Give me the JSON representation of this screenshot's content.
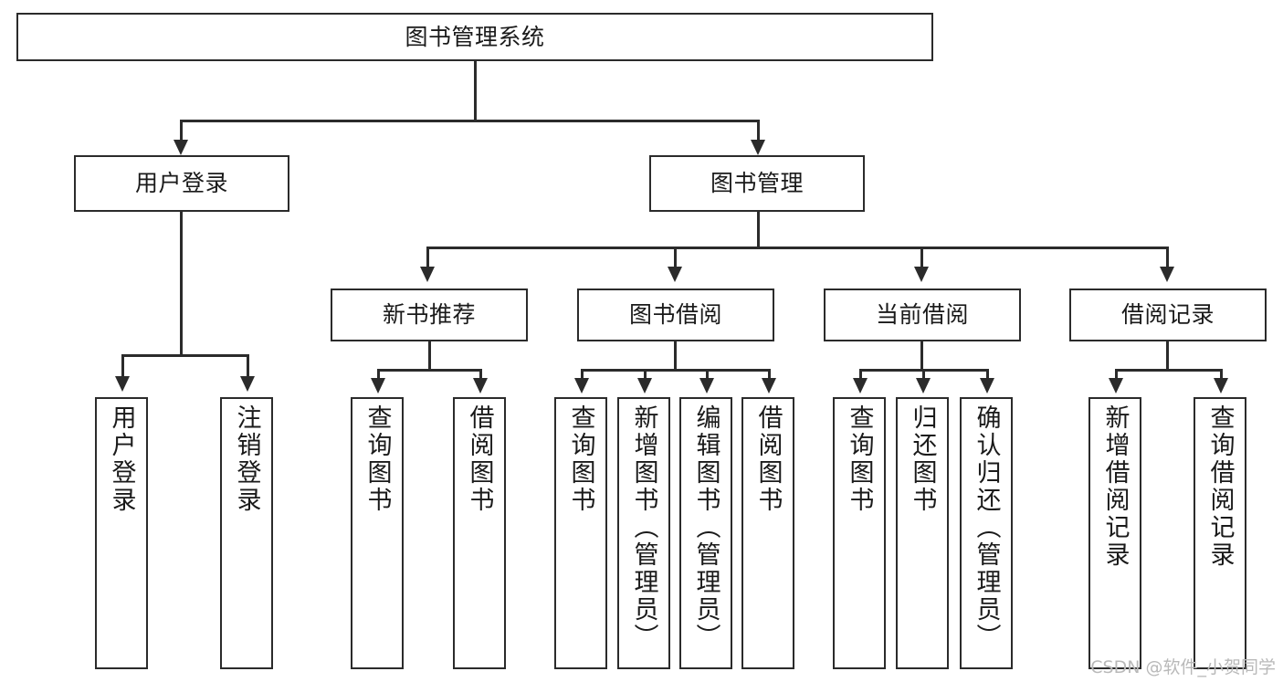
{
  "diagram": {
    "title": "图书管理系统",
    "type": "tree-hierarchy",
    "root": {
      "label": "图书管理系统",
      "level": 1
    },
    "level2": [
      {
        "label": "用户登录"
      },
      {
        "label": "图书管理"
      }
    ],
    "level3": [
      {
        "label": "新书推荐"
      },
      {
        "label": "图书借阅"
      },
      {
        "label": "当前借阅"
      },
      {
        "label": "借阅记录"
      }
    ],
    "leaves": {
      "user_login": [
        {
          "label": "用户登录"
        },
        {
          "label": "注销登录"
        }
      ],
      "new_book_recommend": [
        {
          "label": "查询图书"
        },
        {
          "label": "借阅图书"
        }
      ],
      "book_borrow": [
        {
          "label": "查询图书"
        },
        {
          "label": "新增图书（管理员）"
        },
        {
          "label": "编辑图书（管理员）"
        },
        {
          "label": "借阅图书"
        }
      ],
      "current_borrow": [
        {
          "label": "查询图书"
        },
        {
          "label": "归还图书"
        },
        {
          "label": "确认归还（管理员）"
        }
      ],
      "borrow_record": [
        {
          "label": "新增借阅记录"
        },
        {
          "label": "查询借阅记录"
        }
      ]
    }
  },
  "watermark": {
    "text": "CSDN @软件_小贺同学"
  },
  "colors": {
    "stroke": "#2b2b2b",
    "background": "#ffffff",
    "text": "#1a1a1a",
    "watermark": "#b9b9b9"
  }
}
